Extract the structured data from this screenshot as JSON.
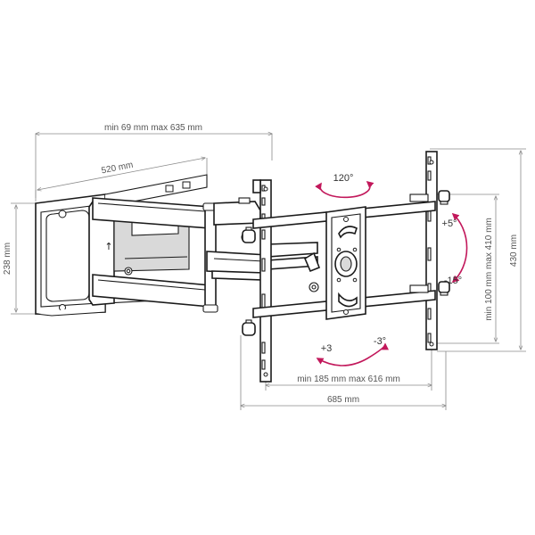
{
  "dimensions": {
    "arm_extension": "min 69 mm max 635 mm",
    "wall_plate_width": "520 mm",
    "wall_plate_height": "238 mm",
    "vesa_horizontal": "min 185 mm max 616 mm",
    "total_width": "685 mm",
    "vesa_vertical": "min 100 mm max 410 mm",
    "total_height": "430 mm"
  },
  "angles": {
    "swivel": "120°",
    "tilt_up": "+5°",
    "tilt_down": "-15°",
    "level_plus": "+3",
    "level_minus": "-3°"
  },
  "colors": {
    "accent": "#c2185b",
    "line": "#1a1a1a",
    "dimension": "#8a8a8a"
  }
}
